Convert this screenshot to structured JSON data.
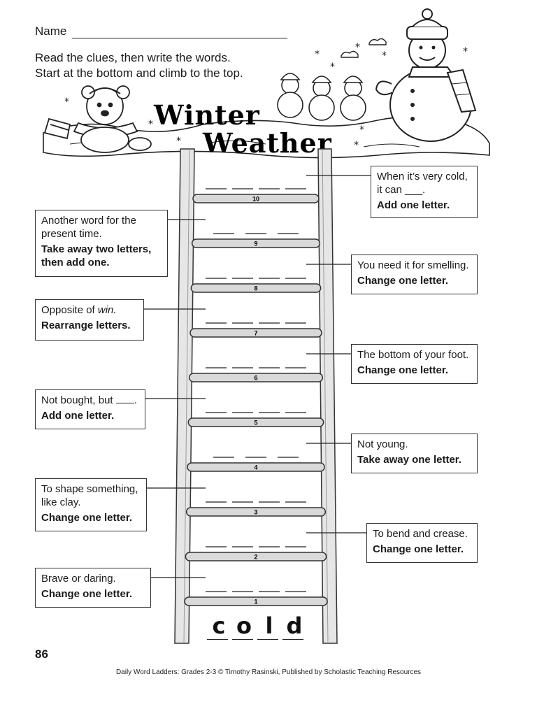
{
  "header": {
    "name_label": "Name",
    "instructions": [
      "Read the clues, then write the words.",
      "Start at the bottom and climb to the top."
    ]
  },
  "title": {
    "line1": "Winter",
    "line2": "Weather"
  },
  "illustration": {
    "icons": [
      "snowman-icon",
      "bear-icon",
      "snowflake-icon",
      "cloud-icon"
    ]
  },
  "ladder": {
    "start_word_letters": [
      "c",
      "o",
      "l",
      "d"
    ],
    "rungs": [
      {
        "number": "10",
        "blanks": 4
      },
      {
        "number": "9",
        "blanks": 3
      },
      {
        "number": "8",
        "blanks": 4
      },
      {
        "number": "7",
        "blanks": 4
      },
      {
        "number": "6",
        "blanks": 4
      },
      {
        "number": "5",
        "blanks": 4
      },
      {
        "number": "4",
        "blanks": 3
      },
      {
        "number": "3",
        "blanks": 4
      },
      {
        "number": "2",
        "blanks": 4
      },
      {
        "number": "1",
        "blanks": 4
      }
    ]
  },
  "clues": {
    "c10": {
      "text": "When it’s very cold, it can ___.",
      "action": "Add one letter."
    },
    "c9": {
      "text": "Another word for the present time.",
      "action": "Take away two letters, then add one."
    },
    "c8": {
      "text": "You need it for smelling.",
      "action": "Change one letter."
    },
    "c7": {
      "text_pre": "Opposite of ",
      "text_em": "win.",
      "action": "Rearrange letters."
    },
    "c6": {
      "text": "The bottom of your foot.",
      "action": "Change one letter."
    },
    "c5": {
      "text_pre": "Not bought, but ",
      "text_post": ".",
      "action": "Add one letter."
    },
    "c4": {
      "text": "Not young.",
      "action": "Take away one letter."
    },
    "c3": {
      "text": "To shape something, like clay.",
      "action": "Change one letter."
    },
    "c2": {
      "text": "To bend and crease.",
      "action": "Change one letter."
    },
    "c1": {
      "text": "Brave or daring.",
      "action": "Change one letter."
    }
  },
  "footer": {
    "page_number": "86",
    "credit": "Daily Word Ladders: Grades 2-3 © Timothy Rasinski, Published by Scholastic Teaching Resources"
  }
}
